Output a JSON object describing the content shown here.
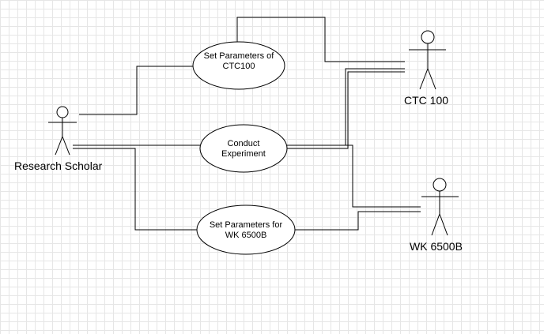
{
  "actors": {
    "research_scholar": "Research Scholar",
    "ctc100": "CTC 100",
    "wk6500b": "WK 6500B"
  },
  "use_cases": {
    "set_params_ctc": "Set Parameters of CTC100",
    "conduct": "Conduct Experiment",
    "set_params_wk": "Set Parameters for WK 6500B"
  },
  "colors": {
    "line": "#000000",
    "fill": "#ffffff",
    "grid": "#e6e6e6"
  }
}
